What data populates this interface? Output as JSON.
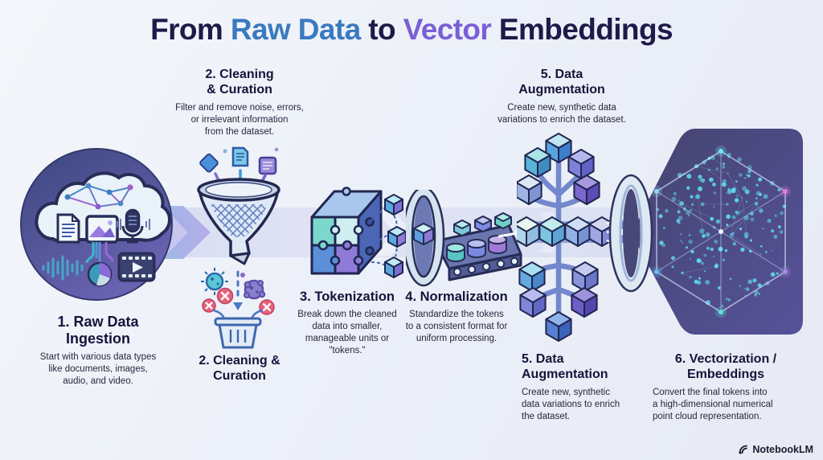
{
  "title": {
    "from": "From ",
    "raw_data": "Raw Data",
    "to": " to ",
    "vector": "Vector",
    "embeddings": " Embeddings"
  },
  "colors": {
    "title_dark": "#1c1b49",
    "title_blue": "#3a7abf",
    "title_purple": "#7a5fd6",
    "heading_navy": "#14143a",
    "pipeline_band": "#aebde8",
    "embedding_blob": "#4d4b85"
  },
  "stages": {
    "s1": {
      "heading": "1. Raw Data\nIngestion",
      "description": "Start with various data types\nlike documents, images,\naudio, and video."
    },
    "s2_top": {
      "heading": "2. Cleaning\n& Curation",
      "description": "Filter and remove noise, errors,\nor irrelevant information\nfrom the dataset."
    },
    "s2_bottom": {
      "heading": "2. Cleaning &\nCuration"
    },
    "s3": {
      "heading": "3. Tokenization",
      "description": "Break down the cleaned\ndata into smaller,\nmanageable units or\n\"tokens.\""
    },
    "s4": {
      "heading": "4. Normalization",
      "description": "Standardize the tokens\nto a consistent format for\nuniform processing."
    },
    "s5_top": {
      "heading": "5. Data\nAugmentation",
      "description": "Create new, synthetic data\nvariations to enrich the dataset."
    },
    "s5_bottom": {
      "heading": "5. Data\nAugmentation",
      "description": "Create new, synthetic\ndata variations to enrich\nthe dataset."
    },
    "s6": {
      "heading": "6. Vectorization /\nEmbeddings",
      "description": "Convert the final tokens into\na high-dimensional numerical\npoint cloud representation."
    }
  },
  "branding": {
    "label": "NotebookLM"
  }
}
